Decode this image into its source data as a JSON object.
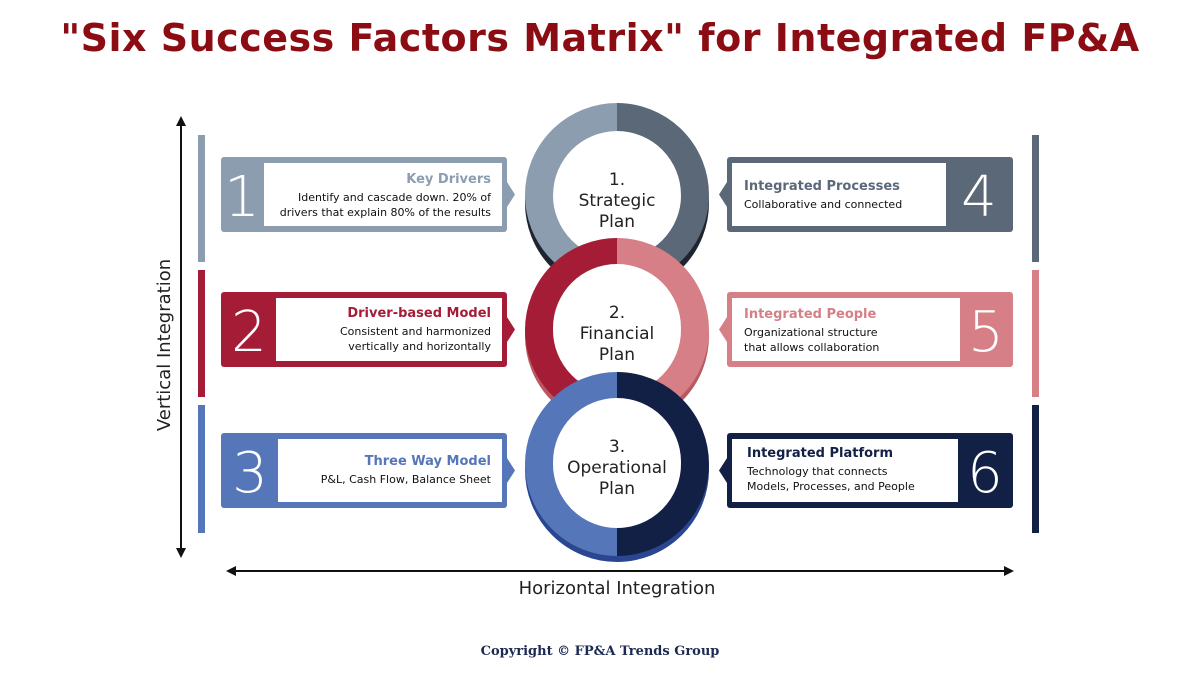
{
  "title": "\"Six Success Factors Matrix\" for Integrated FP&A",
  "axes": {
    "vertical": "Vertical Integration",
    "horizontal": "Horizontal Integration"
  },
  "colors": {
    "row1": "#8d9db0",
    "row1_dark": "#5b6878",
    "row2": "#a51c36",
    "row2_light": "#d77f86",
    "row3": "#5576b8",
    "row3_dark": "#132046",
    "title": "#8b0d13"
  },
  "rings": [
    {
      "number": "1.",
      "line1": "Strategic",
      "line2": "Plan"
    },
    {
      "number": "2.",
      "line1": "Financial",
      "line2": "Plan"
    },
    {
      "number": "3.",
      "line1": "Operational",
      "line2": "Plan"
    }
  ],
  "left_factors": [
    {
      "num": "1",
      "title": "Key Drivers",
      "line1": "Identify and cascade down. 20% of",
      "line2": "drivers that explain 80% of the results"
    },
    {
      "num": "2",
      "title": "Driver-based Model",
      "line1": "Consistent and harmonized",
      "line2": "vertically and horizontally"
    },
    {
      "num": "3",
      "title": "Three Way Model",
      "line1": "P&L, Cash Flow, Balance Sheet",
      "line2": ""
    }
  ],
  "right_factors": [
    {
      "num": "4",
      "title": "Integrated Processes",
      "line1": "Collaborative and connected",
      "line2": ""
    },
    {
      "num": "5",
      "title": "Integrated People",
      "line1": "Organizational structure",
      "line2": "that allows collaboration"
    },
    {
      "num": "6",
      "title": "Integrated Platform",
      "line1": "Technology that connects",
      "line2": "Models, Processes, and People"
    }
  ],
  "copyright": "Copyright © FP&A Trends Group"
}
